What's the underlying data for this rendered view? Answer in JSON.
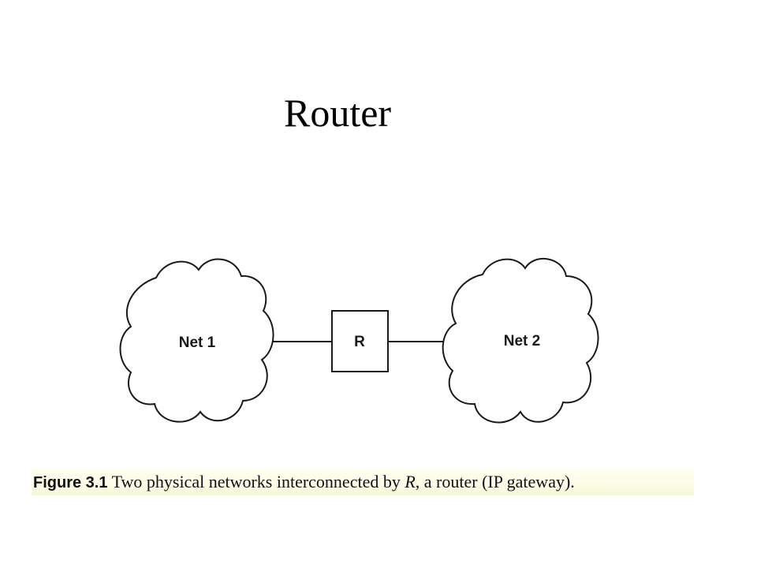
{
  "slide": {
    "title": "Router"
  },
  "diagram": {
    "nodes": [
      {
        "id": "net1",
        "label": "Net 1",
        "shape": "cloud"
      },
      {
        "id": "router",
        "label": "R",
        "shape": "box"
      },
      {
        "id": "net2",
        "label": "Net 2",
        "shape": "cloud"
      }
    ],
    "edges": [
      {
        "from": "net1",
        "to": "router"
      },
      {
        "from": "router",
        "to": "net2"
      }
    ],
    "colors": {
      "stroke": "#1a1a1a",
      "background": "#ffffff",
      "caption_background": "#fbfbe6"
    }
  },
  "caption": {
    "figure_number": "Figure 3.1",
    "text_before": " Two physical networks interconnected by ",
    "router_variable": "R",
    "text_after": ", a router (IP gateway)."
  }
}
